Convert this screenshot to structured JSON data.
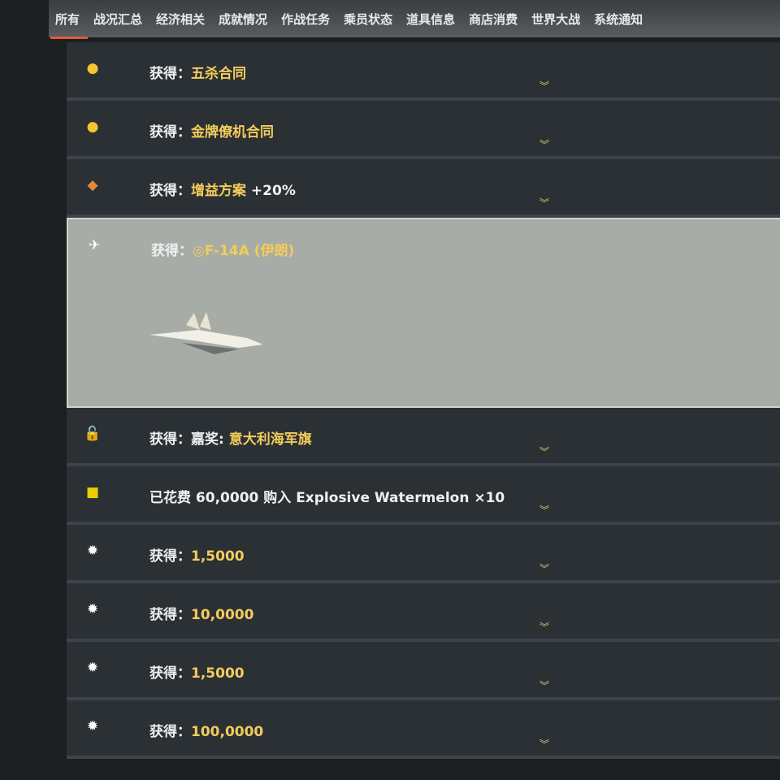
{
  "tabs": [
    "所有",
    "战况汇总",
    "经济相关",
    "成就情况",
    "作战任务",
    "乘员状态",
    "道具信息",
    "商店消费",
    "世界大战",
    "系统通知"
  ],
  "active_tab": "所有",
  "rows": [
    {
      "icon": "gold-coin-icon",
      "glyph": "●",
      "color": "#f2c531",
      "prefix": "获得：",
      "highlight": "五杀合同",
      "suffix": ""
    },
    {
      "icon": "gold-coin-icon",
      "glyph": "●",
      "color": "#f2c531",
      "prefix": "获得：",
      "highlight": "金牌僚机合同",
      "suffix": ""
    },
    {
      "icon": "booster-icon",
      "glyph": "◆",
      "color": "#e8873a",
      "prefix": "获得：",
      "highlight": "增益方案",
      "suffix": " +20%"
    },
    {
      "icon": "aircraft-icon",
      "glyph": "✈",
      "color": "#ffffff",
      "prefix": "获得：",
      "highlight": "◎F-14A (伊朗)",
      "suffix": "",
      "expanded": true
    },
    {
      "icon": "unlock-icon",
      "glyph": "🔓",
      "color": "#ffffff",
      "prefix": "获得：嘉奖: ",
      "highlight": "意大利海军旗",
      "suffix": ""
    },
    {
      "icon": "chest-icon",
      "glyph": "■",
      "color": "#e8d000",
      "prefix": "已花费 60,0000 购入 ",
      "highlight": "",
      "suffix": "Explosive Watermelon ×10"
    },
    {
      "icon": "silver-lions-icon",
      "glyph": "✹",
      "color": "#ffffff",
      "prefix": "获得：",
      "highlight": "1,5000",
      "suffix": ""
    },
    {
      "icon": "silver-lions-icon",
      "glyph": "✹",
      "color": "#ffffff",
      "prefix": "获得：",
      "highlight": "10,0000",
      "suffix": ""
    },
    {
      "icon": "silver-lions-icon",
      "glyph": "✹",
      "color": "#ffffff",
      "prefix": "获得：",
      "highlight": "1,5000",
      "suffix": ""
    },
    {
      "icon": "silver-lions-icon",
      "glyph": "✹",
      "color": "#ffffff",
      "prefix": "获得：",
      "highlight": "100,0000",
      "suffix": ""
    }
  ]
}
